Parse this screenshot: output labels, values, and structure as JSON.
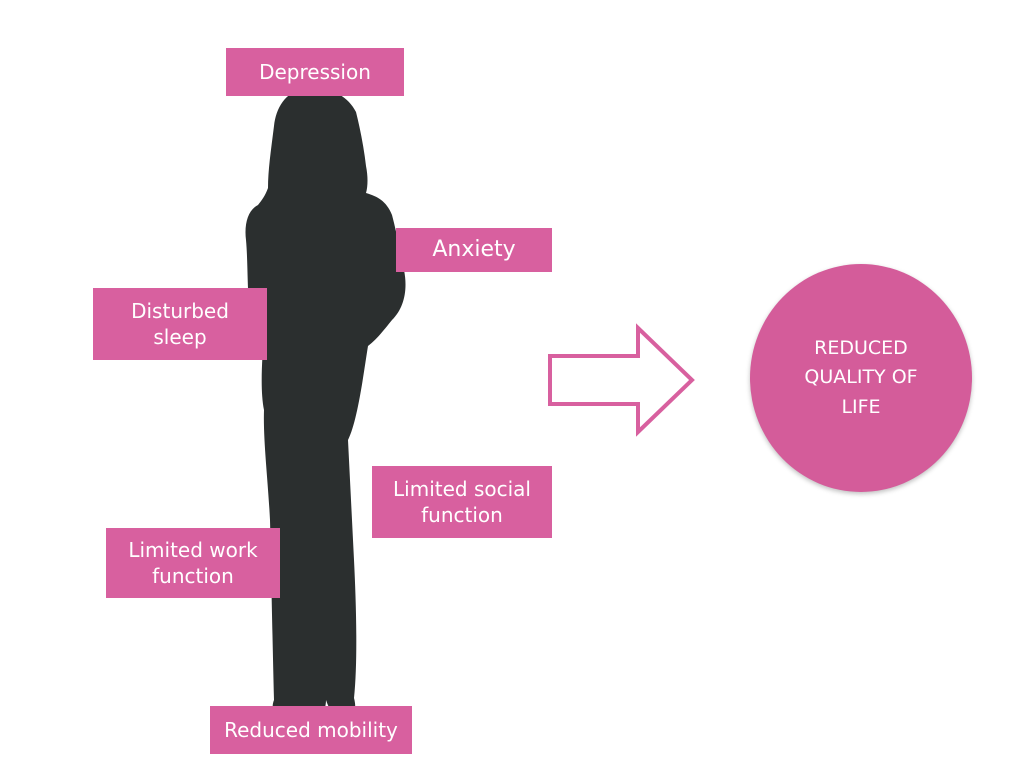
{
  "colors": {
    "label_fill": "#d8609f",
    "circle_fill": "#d45c9a",
    "silhouette_fill": "#2b2f2f",
    "arrow_stroke": "#d8609f",
    "text": "#ffffff"
  },
  "labels": {
    "depression": "Depression",
    "anxiety": "Anxiety",
    "disturbed_sleep": "Disturbed\nsleep",
    "limited_social_function": "Limited social\nfunction",
    "limited_work_function": "Limited work\nfunction",
    "reduced_mobility": "Reduced mobility"
  },
  "result": {
    "text": "REDUCED\nQUALITY OF\nLIFE"
  },
  "icons": {
    "silhouette": "woman-silhouette-icon",
    "arrow": "right-arrow-icon"
  }
}
